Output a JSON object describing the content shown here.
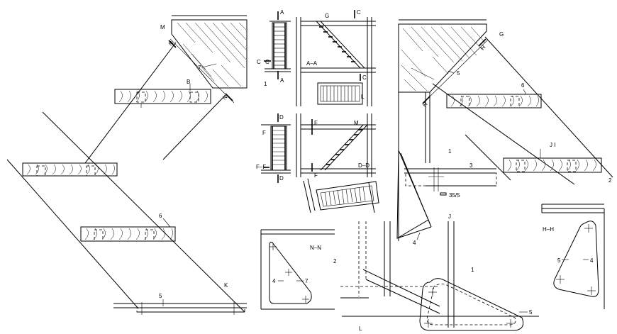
{
  "labels": {
    "m": "M",
    "b": "B",
    "seven_a": "7",
    "n_a": "N",
    "n_b": "N",
    "six_left": "6",
    "k": "K",
    "five_bottom": "5",
    "a_top": "A",
    "a_bottom": "A",
    "c_left": "C",
    "c_mid": "C",
    "one_mid": "1",
    "aa": "A–A",
    "g_mid": "G",
    "c_top": "C",
    "c_bottom": "C",
    "l_mid": "L",
    "d_top": "D",
    "d_bottom": "D",
    "f_left": "F",
    "ff": "F–F",
    "f_top": "F",
    "m_mid": "M",
    "f_bottom": "F",
    "dd": "D–D",
    "g_right": "G",
    "h_a": "H",
    "h_b": "H",
    "five_right": "5",
    "six_right": "6",
    "j_i": "J I",
    "one_right": "1",
    "three": "3",
    "dim": "35/5",
    "two_right": "2",
    "j_lower": "J",
    "four_mid": "4",
    "nn": "N–N",
    "two_nn": "2",
    "four_nn": "4",
    "seven_nn": "7",
    "one_lower": "1",
    "l_bottom": "L",
    "five_lower": "5",
    "hh": "H–H",
    "five_hh": "5",
    "four_hh": "4"
  }
}
